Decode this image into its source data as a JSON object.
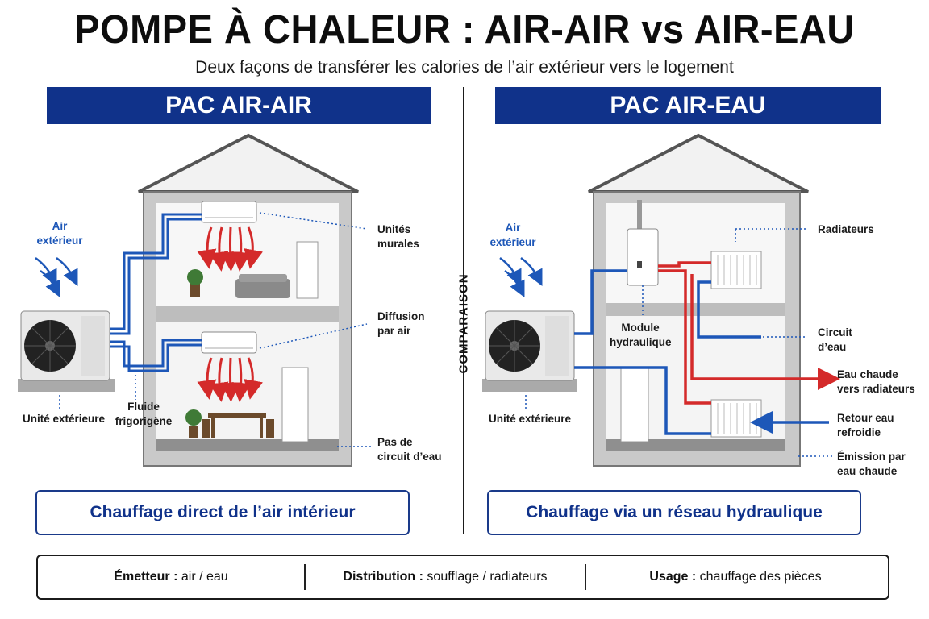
{
  "title": "POMPE À CHALEUR : AIR-AIR vs AIR-EAU",
  "subtitle": "Deux façons de transférer les calories de l’air extérieur vers le logement",
  "divider_label": "COMPARAISON",
  "left": {
    "banner": "PAC AIR-AIR",
    "labels": {
      "air_ext_1": "Air",
      "air_ext_2": "extérieur",
      "unites_1": "Unités",
      "unites_2": "murales",
      "diffusion_1": "Diffusion",
      "diffusion_2": "par air",
      "fluide_1": "Fluide",
      "fluide_2": "frigorigène",
      "unite_ext": "Unité extérieure",
      "pas_1": "Pas de",
      "pas_2": "circuit d’eau"
    },
    "caption": "Chauffage direct de l’air intérieur"
  },
  "right": {
    "banner": "PAC AIR-EAU",
    "labels": {
      "air_ext_1": "Air",
      "air_ext_2": "extérieur",
      "radiateurs": "Radiateurs",
      "module_1": "Module",
      "module_2": "hydraulique",
      "circuit_1": "Circuit",
      "circuit_2": "d’eau",
      "eau_chaude_1": "Eau chaude",
      "eau_chaude_2": "vers radiateurs",
      "retour_1": "Retour eau",
      "retour_2": "refroidie",
      "unite_ext": "Unité extérieure",
      "emission_1": "Émission par",
      "emission_2": "eau chaude"
    },
    "caption": "Chauffage via un réseau hydraulique"
  },
  "legend": [
    {
      "label": "Émetteur :",
      "value": "air / eau"
    },
    {
      "label": "Distribution :",
      "value": "soufflage / radiateurs"
    },
    {
      "label": "Usage :",
      "value": "chauffage des pièces"
    }
  ],
  "colors": {
    "banner": "#10328a",
    "hot": "#d42a2a",
    "cold": "#1d57b8",
    "wall": "#d9d9d9"
  }
}
